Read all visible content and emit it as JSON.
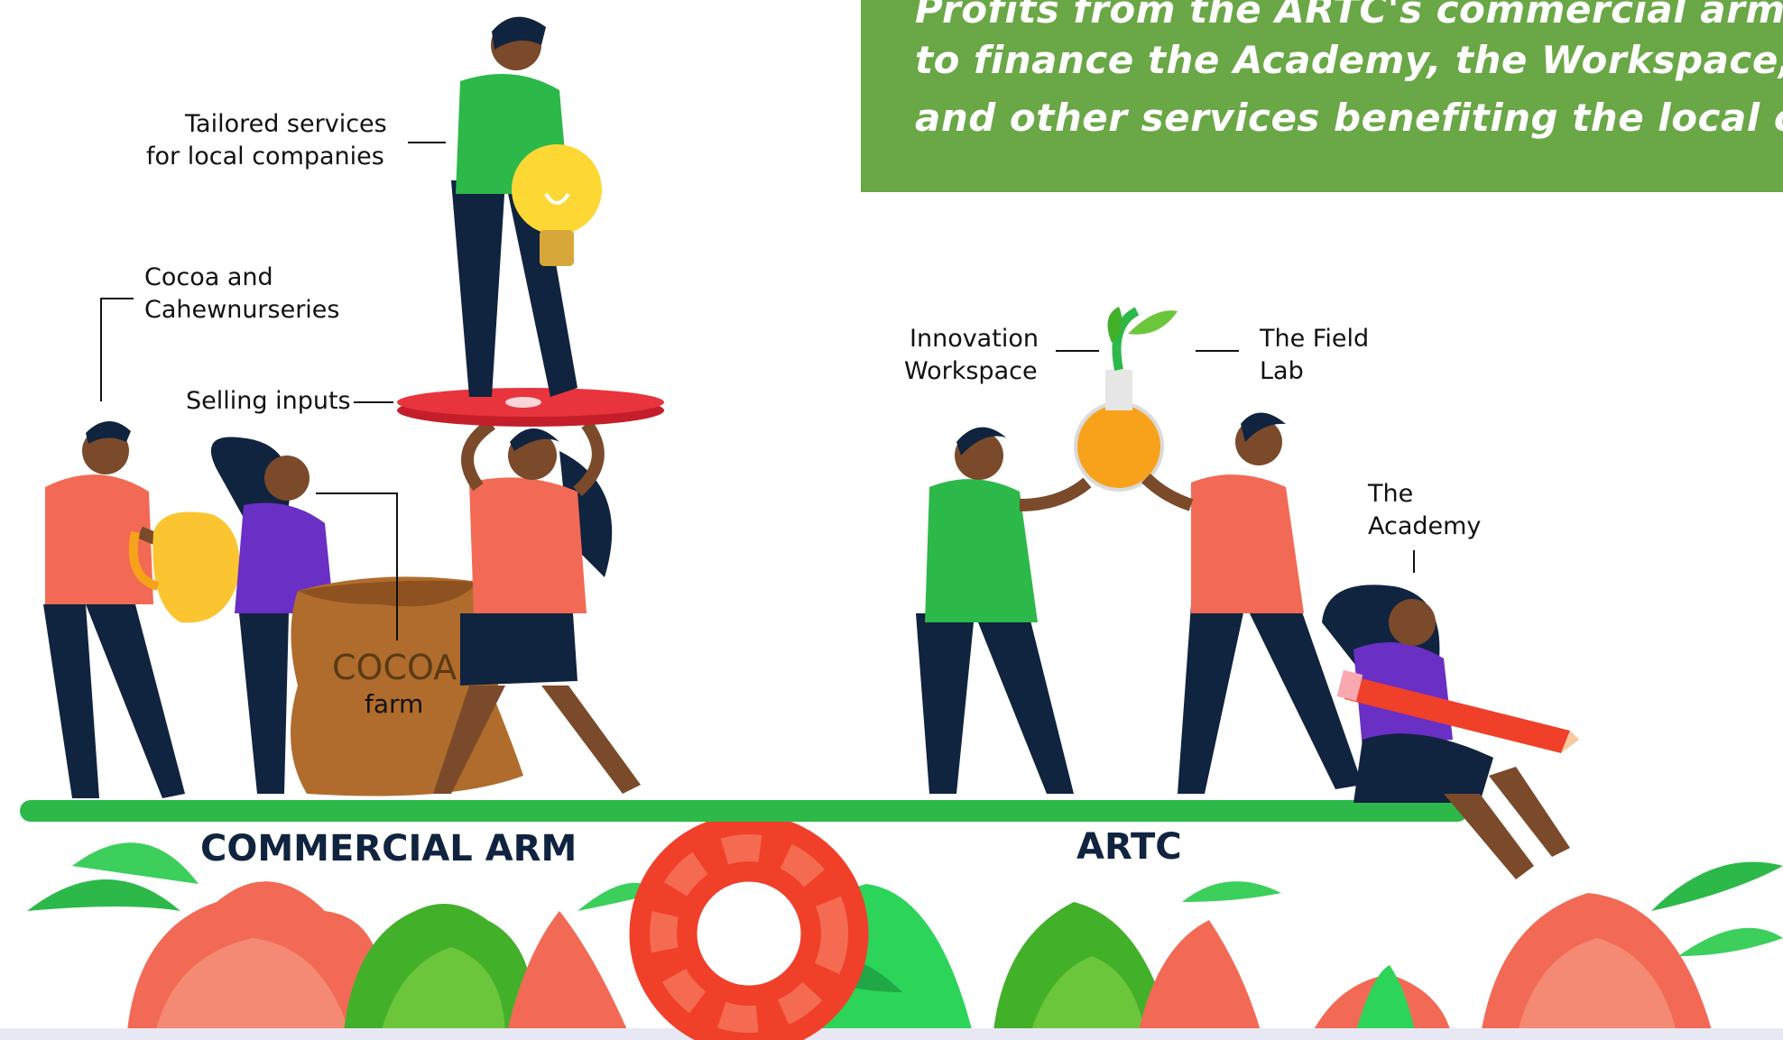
{
  "banner": {
    "lines": [
      "Profits from the ARTC's commercial arm will",
      "to finance the Academy, the Workspace, the",
      "and other services benefiting the local comm"
    ],
    "color": "#6aa746"
  },
  "labels": {
    "tailored_line1": "Tailored services",
    "tailored_line2": "for local companies",
    "cocoa_line1": "Cocoa and",
    "cocoa_line2": "Cahewnurseries",
    "selling_inputs": "Selling inputs",
    "innovation_line1": "Innovation",
    "innovation_line2": "Workspace",
    "field_line1": "The Field",
    "field_line2": "Lab",
    "academy_line1": "The",
    "academy_line2": "Academy"
  },
  "sack": {
    "brand": "COCOA",
    "sub": "farm"
  },
  "sides": {
    "left": "COMMERCIAL ARM",
    "right": "ARTC"
  },
  "colors": {
    "green": "#2db84a",
    "coral": "#f26a55",
    "navy": "#10233f",
    "purple": "#6a2fc4",
    "yellow": "#fbc531",
    "skin": "#7a4a2a"
  }
}
